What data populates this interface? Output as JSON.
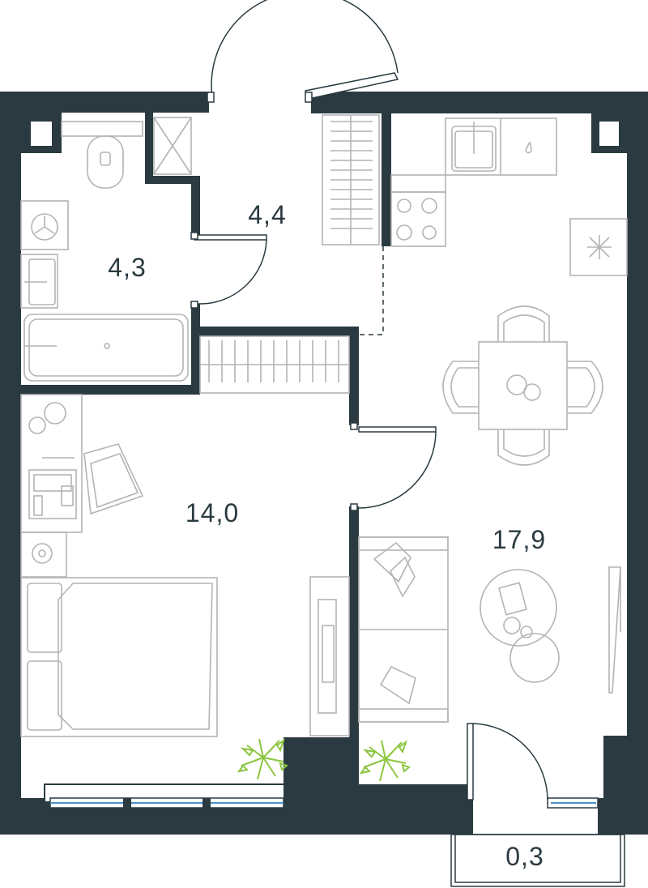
{
  "colors": {
    "wall": "#2a3a40",
    "furniture": "#b4b4b4",
    "plant": "#8cc63f",
    "window": "#4a90c8",
    "label": "#2a3a40"
  },
  "rooms": [
    {
      "id": "bathroom",
      "area": "4,3"
    },
    {
      "id": "hallway",
      "area": "4,4"
    },
    {
      "id": "bedroom",
      "area": "14,0"
    },
    {
      "id": "living-kitchen",
      "area": "17,9"
    },
    {
      "id": "balcony",
      "area": "0,3"
    }
  ],
  "icons": [
    "toilet-icon",
    "washing-machine-icon",
    "sink-icon",
    "bathtub-icon",
    "shower-icon",
    "wardrobe-icon",
    "stove-icon",
    "kitchen-sink-icon",
    "dining-table-icon",
    "sofa-icon",
    "bed-icon",
    "desk-icon",
    "armchair-icon",
    "plant-icon",
    "tv-icon",
    "coffee-table-icon"
  ]
}
